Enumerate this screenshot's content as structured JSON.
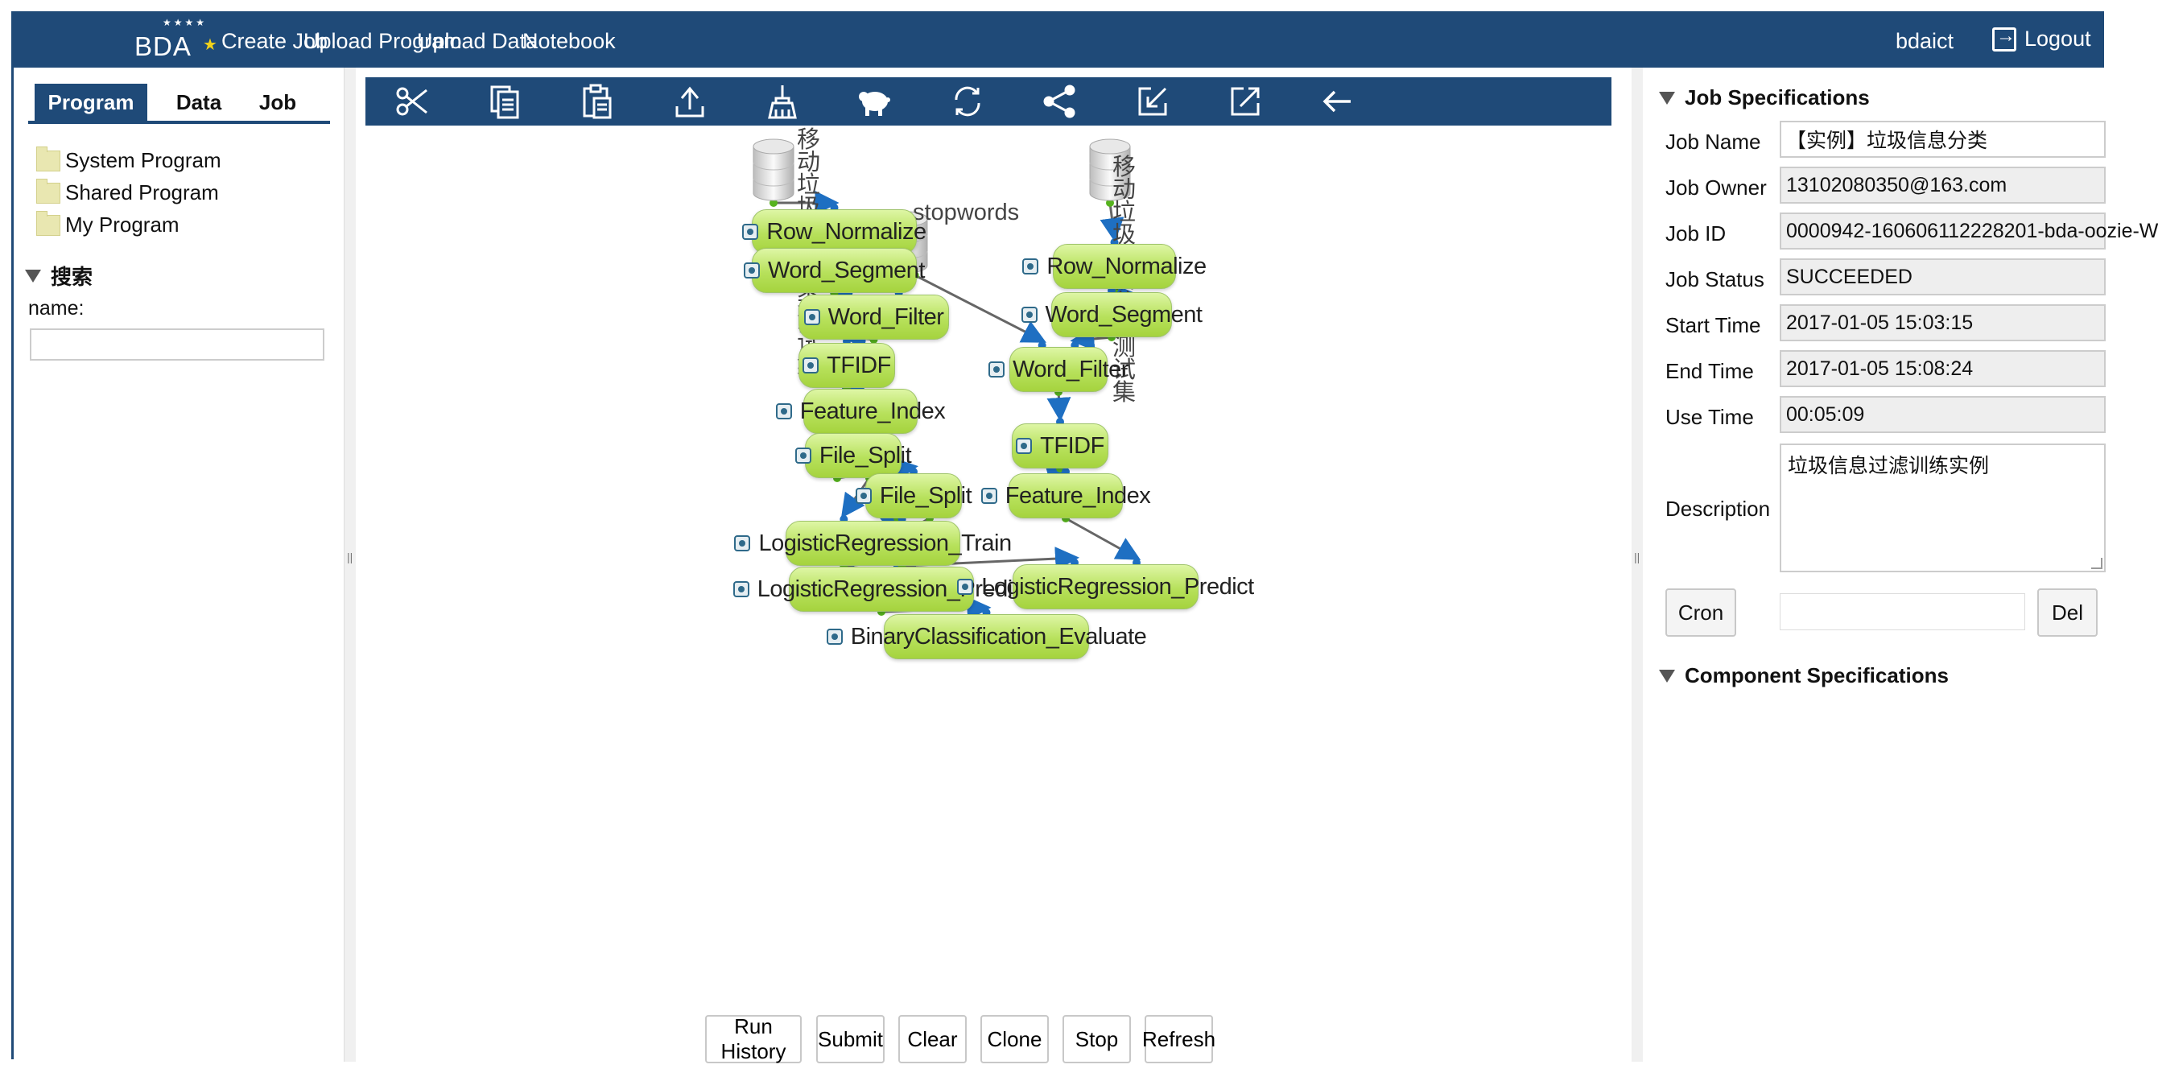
{
  "header": {
    "logo_text": "BDA",
    "nav": [
      "Create Job",
      "Upload Program",
      "Upload Data",
      "Notebook"
    ],
    "user": "bdaict",
    "logout": "Logout"
  },
  "left": {
    "tabs": [
      "Program",
      "Data",
      "Job"
    ],
    "active_tab": "Program",
    "tree": [
      "System Program",
      "Shared Program",
      "My Program"
    ],
    "search_title": "搜索",
    "name_label": "name:",
    "name_value": ""
  },
  "toolbar": {
    "tools": [
      "cut-icon",
      "copy-icon",
      "paste-icon",
      "upload-icon",
      "clean-icon",
      "hadoop-icon",
      "refresh-icon",
      "share-icon",
      "import-icon",
      "export-icon",
      "back-icon"
    ]
  },
  "workflow": {
    "datasets": [
      {
        "id": "d1",
        "label": "移动垃圾短信分类测试集"
      },
      {
        "id": "d2",
        "label": "stopwords"
      },
      {
        "id": "d3",
        "label": "移动垃圾短信分类测试集"
      }
    ],
    "nodes": [
      {
        "id": "n1",
        "label": "Row_Normalize"
      },
      {
        "id": "n2",
        "label": "Word_Segment"
      },
      {
        "id": "n3",
        "label": "Word_Filter"
      },
      {
        "id": "n4",
        "label": "TFIDF"
      },
      {
        "id": "n5",
        "label": "Feature_Index"
      },
      {
        "id": "n6",
        "label": "File_Split"
      },
      {
        "id": "n7",
        "label": "File_Split"
      },
      {
        "id": "n8",
        "label": "LogisticRegression_Train"
      },
      {
        "id": "n9",
        "label": "LogisticRegression_Predict"
      },
      {
        "id": "n10",
        "label": "BinaryClassification_Evaluate"
      },
      {
        "id": "n11",
        "label": "Row_Normalize"
      },
      {
        "id": "n12",
        "label": "Word_Segment"
      },
      {
        "id": "n13",
        "label": "Word_Filter"
      },
      {
        "id": "n14",
        "label": "TFIDF"
      },
      {
        "id": "n15",
        "label": "Feature_Index"
      },
      {
        "id": "n16",
        "label": "LogisticRegression_Predict"
      }
    ],
    "edges": [
      [
        "d1",
        "n1"
      ],
      [
        "n1",
        "n2"
      ],
      [
        "n2",
        "n3"
      ],
      [
        "d2",
        "n3"
      ],
      [
        "d2",
        "n13"
      ],
      [
        "n3",
        "n4"
      ],
      [
        "n4",
        "n5"
      ],
      [
        "n5",
        "n6"
      ],
      [
        "n6",
        "n7"
      ],
      [
        "n6",
        "n8"
      ],
      [
        "n7",
        "n8"
      ],
      [
        "n7",
        "n9"
      ],
      [
        "n8",
        "n9"
      ],
      [
        "n8",
        "n16"
      ],
      [
        "n9",
        "n10"
      ],
      [
        "d3",
        "n11"
      ],
      [
        "n11",
        "n12"
      ],
      [
        "n12",
        "n13"
      ],
      [
        "n13",
        "n14"
      ],
      [
        "n14",
        "n15"
      ],
      [
        "n15",
        "n16"
      ]
    ]
  },
  "actions": [
    "Run History",
    "Submit",
    "Clear",
    "Clone",
    "Stop",
    "Refresh"
  ],
  "spec": {
    "title": "Job Specifications",
    "fields": [
      {
        "label": "Job Name",
        "value": "【实例】垃圾信息分类"
      },
      {
        "label": "Job Owner",
        "value": "13102080350@163.com"
      },
      {
        "label": "Job ID",
        "value": "0000942-160606112228201-bda-oozie-W"
      },
      {
        "label": "Job Status",
        "value": "SUCCEEDED"
      },
      {
        "label": "Start Time",
        "value": "2017-01-05 15:03:15"
      },
      {
        "label": "End Time",
        "value": "2017-01-05 15:08:24"
      },
      {
        "label": "Use Time",
        "value": "00:05:09"
      }
    ],
    "description_label": "Description",
    "description": "垃圾信息过滤训练实例",
    "cron_label": "Cron",
    "cron_value": "",
    "del_label": "Del",
    "component_title": "Component Specifications"
  },
  "colors": {
    "header_bg": "#1f4a78",
    "node_green": "#b7e15b",
    "edge_gray": "#666666",
    "port_blue": "#1e6fc2",
    "port_green": "#56b31e"
  }
}
